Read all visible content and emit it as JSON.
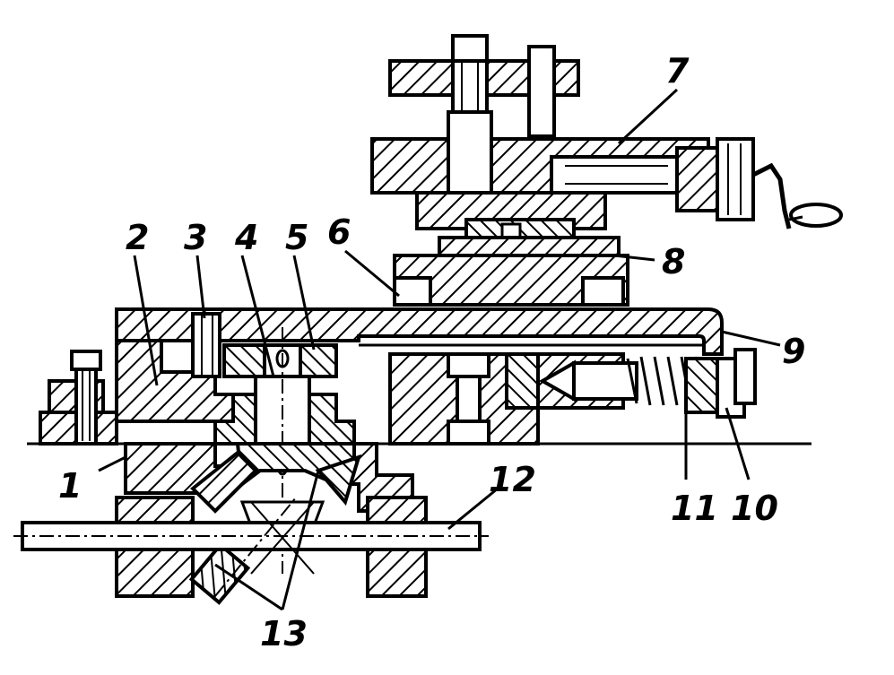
{
  "diagram": {
    "labels": {
      "l1": "1",
      "l2": "2",
      "l3": "3",
      "l4": "4",
      "l5": "5",
      "l6": "6",
      "l7": "7",
      "l8": "8",
      "l9": "9",
      "l10": "10",
      "l11": "11",
      "l12": "12",
      "l13": "13"
    }
  }
}
